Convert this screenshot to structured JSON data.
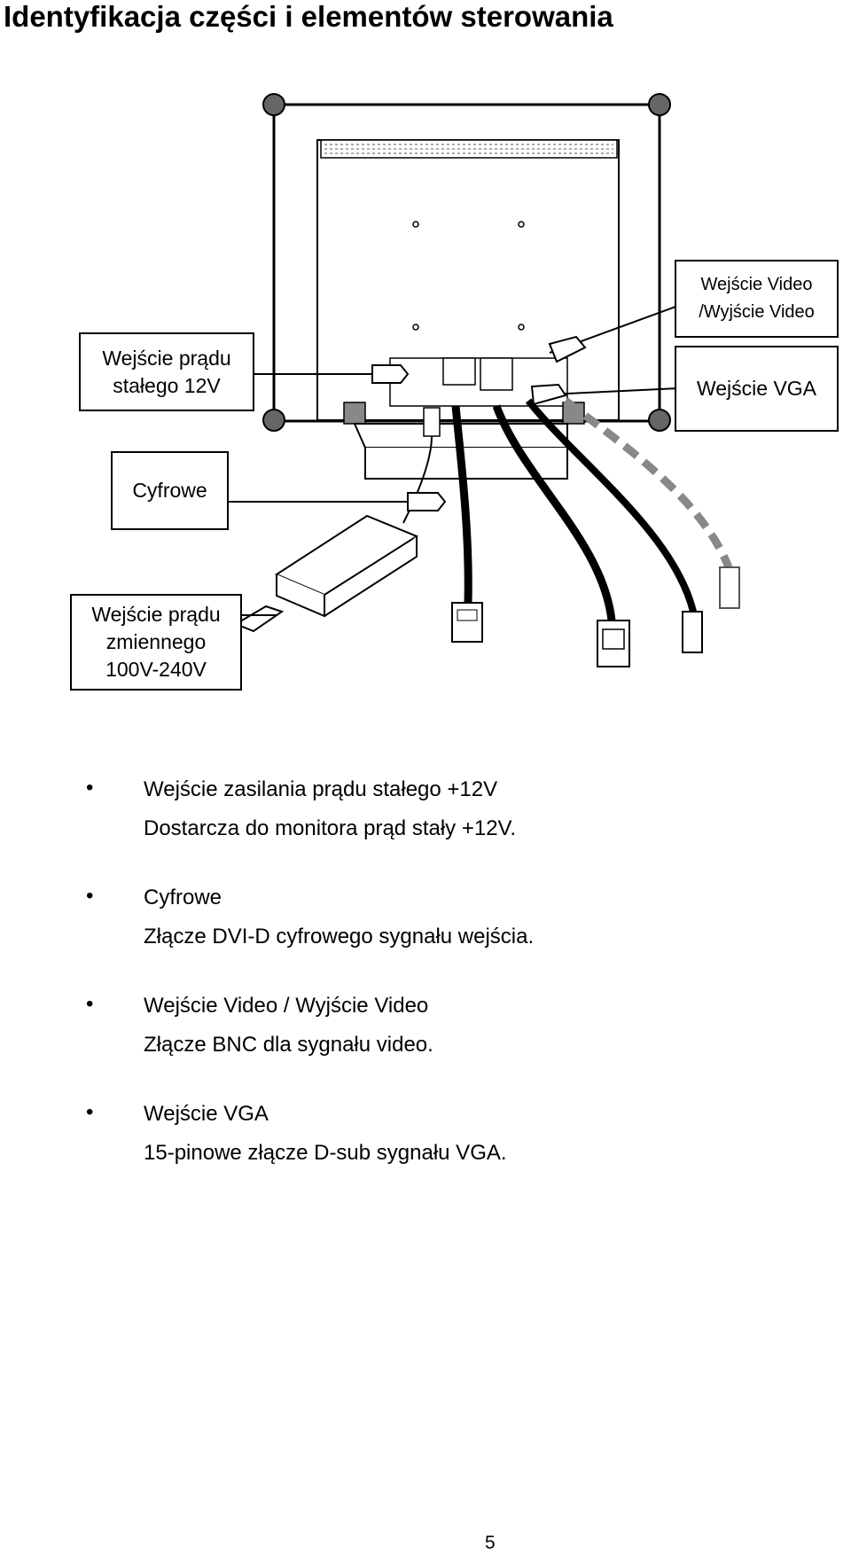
{
  "page": {
    "title": "Identyfikacja części i elementów sterowania",
    "page_number": "5"
  },
  "labels": {
    "dc_input": [
      "Wejście prądu",
      "stałego 12V"
    ],
    "digital": "Cyfrowe",
    "ac_input": [
      "Wejście prądu",
      "zmiennego",
      "100V-240V"
    ],
    "video": [
      "Wejście Video",
      "/Wyjście Video"
    ],
    "vga": "Wejście VGA"
  },
  "items": [
    {
      "bullet": "•",
      "heading": "Wejście zasilania prądu stałego +12V",
      "description": "Dostarcza do monitora prąd stały +12V."
    },
    {
      "bullet": "•",
      "heading": "Cyfrowe",
      "description": "Złącze DVI-D cyfrowego sygnału wejścia."
    },
    {
      "bullet": "•",
      "heading": "Wejście Video / Wyjście Video",
      "description": "Złącze BNC dla sygnału video."
    },
    {
      "bullet": "•",
      "heading": "Wejście VGA",
      "description": "15-pinowe złącze D-sub sygnału VGA."
    }
  ]
}
